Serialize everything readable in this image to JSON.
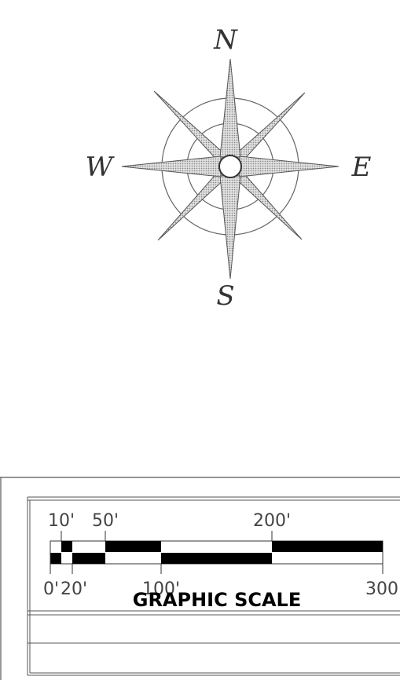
{
  "compass": {
    "north": "N",
    "south": "S",
    "east": "E",
    "west": "W"
  },
  "scale": {
    "title": "GRAPHIC SCALE",
    "top_labels": [
      "10'",
      "50'",
      "200'"
    ],
    "bottom_labels": [
      "0'",
      "20'",
      "100'",
      "300"
    ]
  },
  "colors": {
    "stroke": "#555555",
    "fill_dots": "#9a9a9a",
    "bar_black": "#000000"
  }
}
